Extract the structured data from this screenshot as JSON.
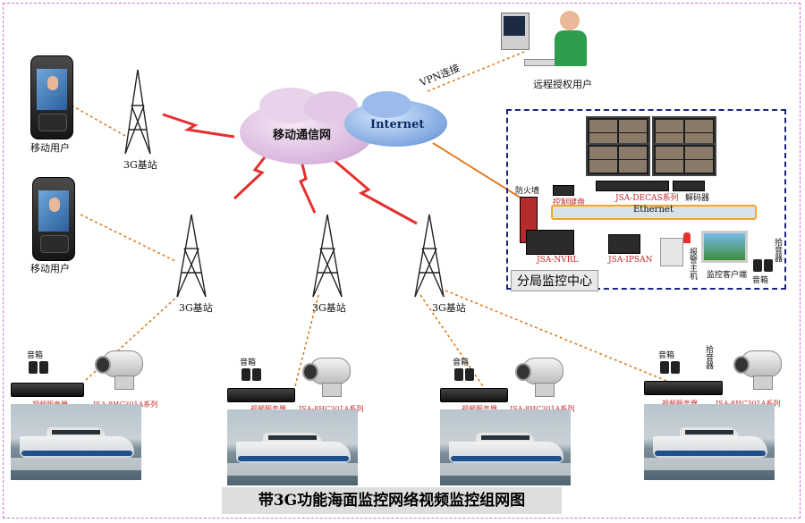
{
  "nodes": {
    "mobile_user_1": "移动用户",
    "mobile_user_2": "移动用户",
    "base_station_top": "3G基站",
    "base_station_1": "3G基站",
    "base_station_2": "3G基站",
    "base_station_3": "3G基站",
    "mobile_network": "移动通信网",
    "internet": "Internet",
    "vpn": "VPN连接",
    "remote_user": "远程授权用户"
  },
  "center": {
    "title": "分局监控中心",
    "firewall": "防火墙",
    "keyboard": "控制键盘",
    "decas": "JSA-DECAS系列",
    "decoder": "解码器",
    "ethernet": "Ethernet",
    "nvrl": "JSA-NVRL",
    "ipsan": "JSA-IPSAN",
    "alarm_host": "报警主机",
    "client": "监控客户端",
    "pickup": "拾音器",
    "speaker": "音箱"
  },
  "sites": [
    {
      "speaker": "音箱",
      "dvr": "视频服务器",
      "camera": "JSA-8HC301A系列"
    },
    {
      "speaker": "音箱",
      "dvr": "视频服务器",
      "camera": "JSA-8HC301A系列"
    },
    {
      "speaker": "音箱",
      "dvr": "视频服务器",
      "camera": "JSA-8HC301A系列"
    },
    {
      "speaker": "音箱",
      "pickup": "拾音器",
      "dvr": "视频服务器",
      "camera": "JSA-8HC301A系列"
    }
  ],
  "footer": {
    "title": "带3G功能海面监控网络视频监控组网图"
  },
  "colors": {
    "wireless": "#e53030",
    "link": "#e07b20",
    "ethernet": "#f5a623",
    "frame": "#d070d0",
    "center_border": "#1a237e"
  }
}
